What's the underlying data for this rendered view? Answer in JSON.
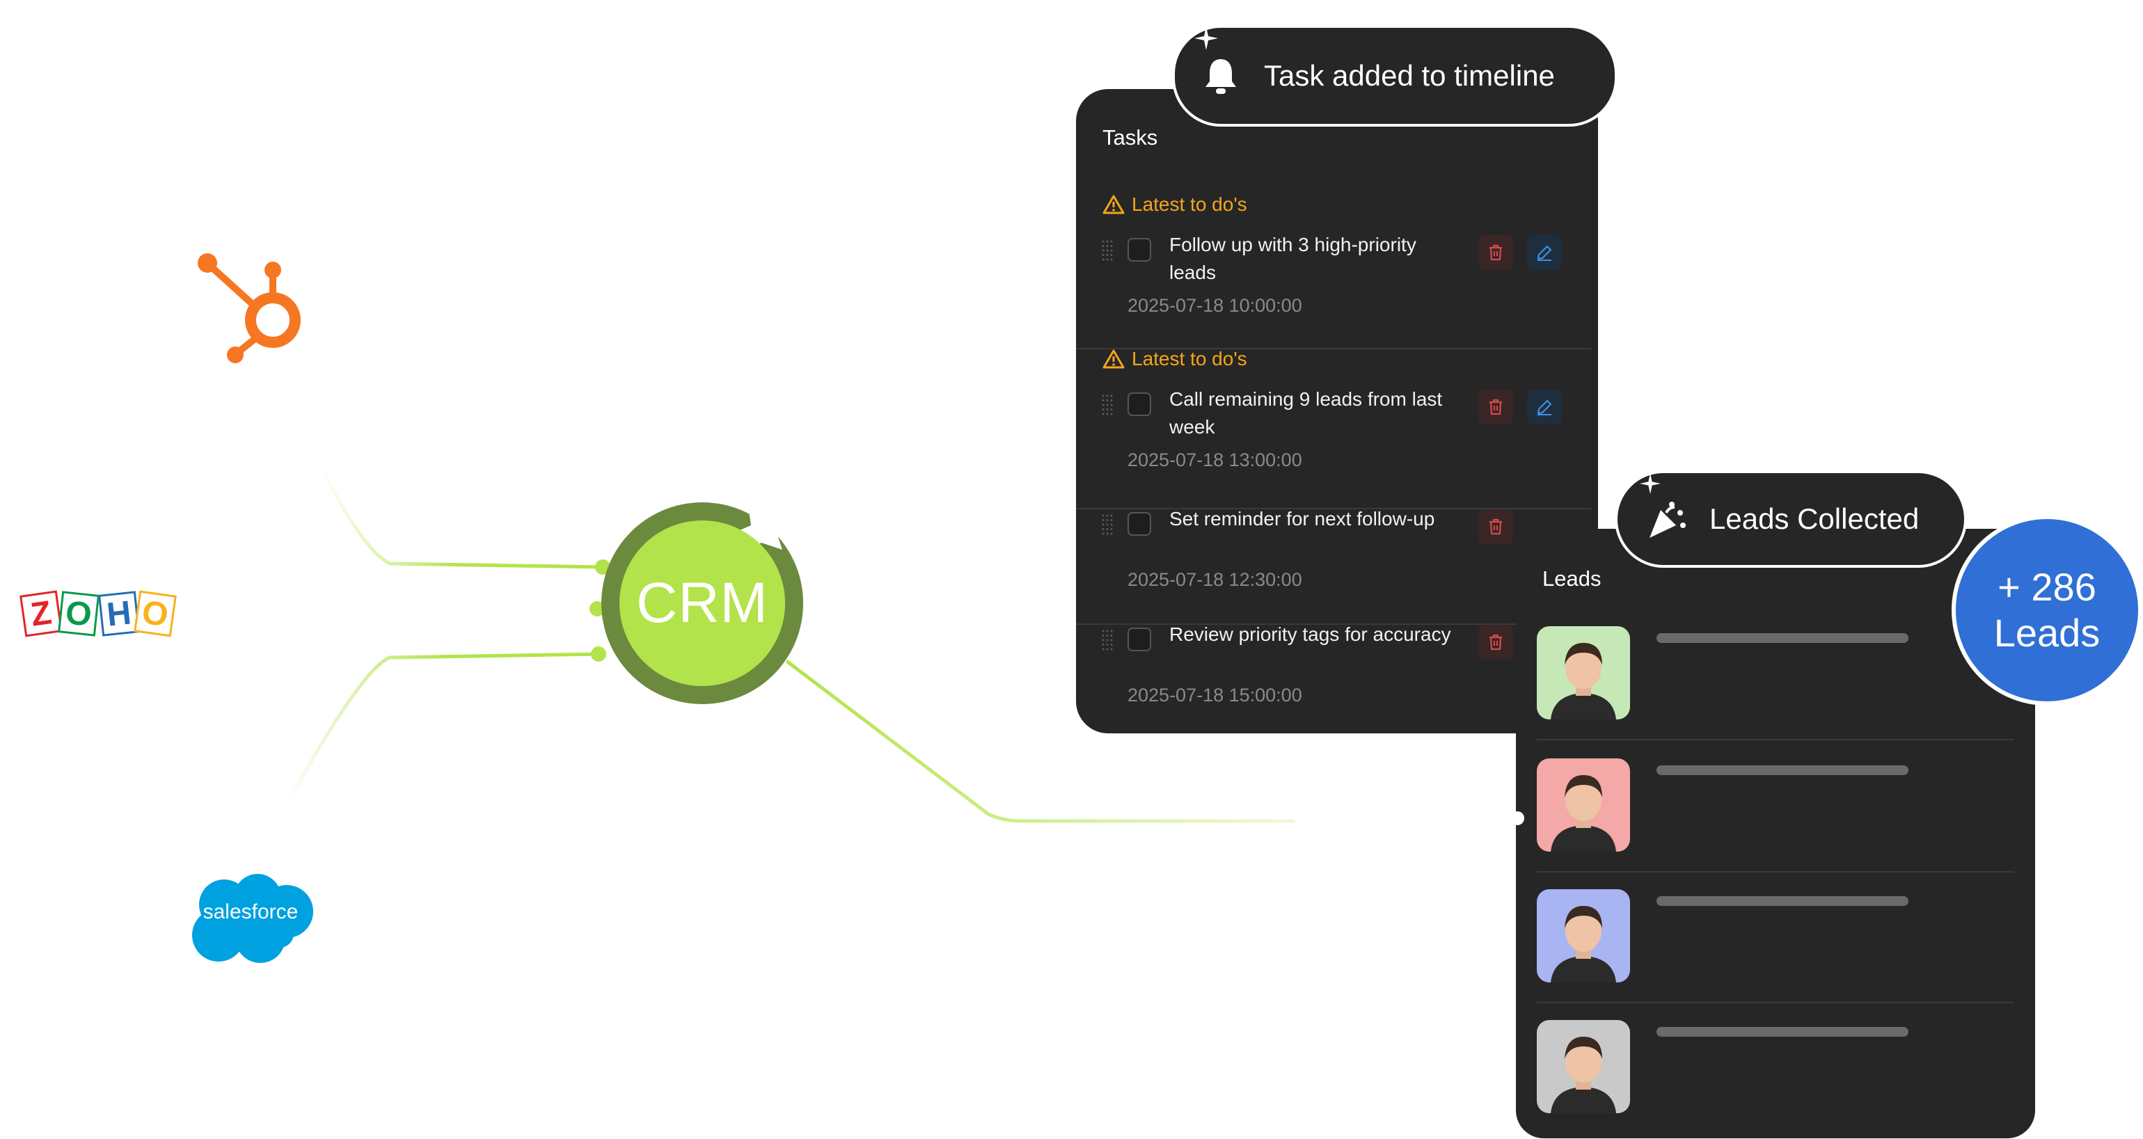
{
  "hub": {
    "label": "CRM"
  },
  "logos": {
    "hubspot": {
      "icon": "hubspot-sprocket-icon",
      "color": "#f57722"
    },
    "zoho": {
      "icon": "zoho-logo-icon",
      "letters": [
        "Z",
        "O",
        "H",
        "O"
      ],
      "colors": [
        "#e42527",
        "#089949",
        "#226db4",
        "#f9b21d"
      ]
    },
    "salesforce": {
      "icon": "salesforce-cloud-icon",
      "label": "salesforce",
      "color": "#00a1e0"
    }
  },
  "notifications": {
    "task": {
      "text": "Task added to timeline",
      "icon": "bell-icon"
    },
    "leads": {
      "text": "Leads Collected",
      "icon": "party-popper-icon"
    }
  },
  "tasks_panel": {
    "title": "Tasks",
    "items": [
      {
        "warning": "Latest to do's",
        "title": "Follow up with 3 high-priority leads",
        "time": "2025-07-18 10:00:00",
        "has_edit": true
      },
      {
        "warning": "Latest to do's",
        "title": "Call remaining 9 leads from last week",
        "time": "2025-07-18 13:00:00",
        "has_edit": true
      },
      {
        "warning": "",
        "title": "Set reminder for next follow-up",
        "time": "2025-07-18 12:30:00",
        "has_edit": false
      },
      {
        "warning": "",
        "title": "Review priority tags for accuracy",
        "time": "2025-07-18 15:00:00",
        "has_edit": false
      }
    ]
  },
  "leads_panel": {
    "title": "Leads",
    "avatars": [
      {
        "bg": "#c5e8b6"
      },
      {
        "bg": "#f4a8a8"
      },
      {
        "bg": "#a9b4f2"
      },
      {
        "bg": "#c9c9c9"
      }
    ]
  },
  "badge": {
    "line1": "+ 286",
    "line2": "Leads"
  },
  "colors": {
    "accent_green": "#b2e34a",
    "ring_green": "#6b8a3e",
    "panel_bg": "#262626",
    "warning": "#f4a51c",
    "badge_blue": "#2f6fd6"
  }
}
